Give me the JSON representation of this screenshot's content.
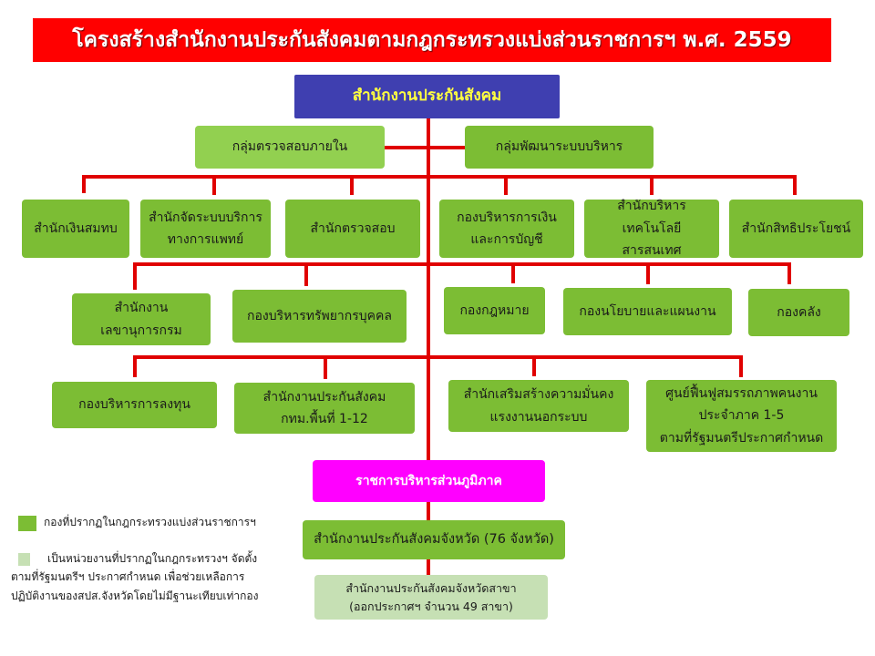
{
  "title": "โครงสร้างสำนักงานประกันสังคมตามกฎกระทรวงแบ่งส่วนราชการฯ พ.ศ. 2559",
  "head": "สำนักงานประกันสังคม",
  "staff_groups": [
    "กลุ่มตรวจสอบภายใน",
    "กลุ่มพัฒนาระบบบริหาร"
  ],
  "row1": [
    [
      "สำนักเงินสมทบ"
    ],
    [
      "สำนักจัดระบบบริการ",
      "ทางการแพทย์"
    ],
    [
      "สำนักตรวจสอบ"
    ],
    [
      "กองบริหารการเงิน",
      "และการบัญชี"
    ],
    [
      "สำนักบริหารเทคโนโลยี",
      "สารสนเทศ"
    ],
    [
      "สำนักสิทธิประโยชน์"
    ]
  ],
  "row2": [
    [
      "สำนักงาน",
      "เลขานุการกรม"
    ],
    [
      "กองบริหารทรัพยากรบุคคล"
    ],
    [
      "กองกฎหมาย"
    ],
    [
      "กองนโยบายและแผนงาน"
    ],
    [
      "กองคลัง"
    ]
  ],
  "row3": [
    [
      "กองบริหารการลงทุน"
    ],
    [
      "สำนักงานประกันสังคม",
      "กทม.พื้นที่ 1-12"
    ],
    [
      "สำนักเสริมสร้างความมั่นคง",
      "แรงงานนอกระบบ"
    ],
    [
      "ศูนย์ฟื้นฟูสมรรถภาพคนงาน",
      "ประจำภาค 1-5",
      "ตามที่รัฐมนตรีประกาศกำหนด"
    ]
  ],
  "regional": "ราชการบริหารส่วนภูมิภาค",
  "provincial": "สำนักงานประกันสังคมจังหวัด (76 จังหวัด)",
  "branch": [
    "สำนักงานประกันสังคมจังหวัดสาขา",
    "(ออกประกาศฯ จำนวน 49 สาขา)"
  ],
  "legend": {
    "green": "กองที่ปรากฏในกฎกระทรวงแบ่งส่วนราชการฯ",
    "pale": [
      "เป็นหน่วยงานที่ปรากฏในกฎกระทรวงฯ จัดตั้ง",
      "ตามที่รัฐมนตรีฯ ประกาศกำหนด เพื่อช่วยเหลือการ",
      "ปฏิบัติงานของสปส.จังหวัดโดยไม่มีฐานะเทียบเท่ากอง"
    ]
  },
  "colors": {
    "title": "#ff0000",
    "head": "#3f3fb0",
    "green": "#7cbd34",
    "light_green": "#92d050",
    "pale_green": "#c6e0b4",
    "regional": "#ff00ff",
    "line": "#e00000"
  }
}
